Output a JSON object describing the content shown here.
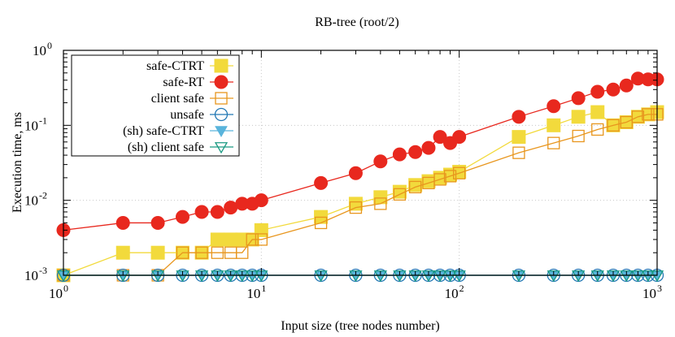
{
  "chart_data": {
    "type": "line",
    "title": "RB-tree (root/2)",
    "xlabel": "Input size (tree nodes number)",
    "ylabel": "Execution time, ms",
    "xscale": "log",
    "yscale": "log",
    "xlim": [
      1,
      1000
    ],
    "ylim": [
      0.001,
      1
    ],
    "x_ticks": [
      {
        "value": 1,
        "base": "10",
        "exp": "0"
      },
      {
        "value": 10,
        "base": "10",
        "exp": "1"
      },
      {
        "value": 100,
        "base": "10",
        "exp": "2"
      },
      {
        "value": 1000,
        "base": "10",
        "exp": "3"
      }
    ],
    "y_ticks": [
      {
        "value": 0.001,
        "base": "10",
        "exp": "-3"
      },
      {
        "value": 0.01,
        "base": "10",
        "exp": "-2"
      },
      {
        "value": 0.1,
        "base": "10",
        "exp": "-1"
      },
      {
        "value": 1,
        "base": "10",
        "exp": "0"
      }
    ],
    "grid": true,
    "legend_position": "top-left",
    "x": [
      1,
      2,
      3,
      4,
      5,
      6,
      7,
      8,
      9,
      10,
      20,
      30,
      40,
      50,
      60,
      70,
      80,
      90,
      100,
      200,
      300,
      400,
      500,
      600,
      700,
      800,
      900,
      1000
    ],
    "series": [
      {
        "name": "safe-CTRT",
        "color": "#f2da3c",
        "marker": "square-filled",
        "values": [
          0.001,
          0.002,
          0.002,
          0.002,
          0.002,
          0.003,
          0.003,
          0.003,
          0.003,
          0.004,
          0.006,
          0.009,
          0.011,
          0.013,
          0.016,
          0.018,
          0.02,
          0.022,
          0.024,
          0.07,
          0.1,
          0.13,
          0.15,
          0.1,
          0.11,
          0.13,
          0.14,
          0.15
        ]
      },
      {
        "name": "safe-RT",
        "color": "#e8281e",
        "marker": "circle-filled",
        "values": [
          0.004,
          0.005,
          0.005,
          0.006,
          0.007,
          0.007,
          0.008,
          0.009,
          0.009,
          0.01,
          0.017,
          0.023,
          0.033,
          0.041,
          0.044,
          0.05,
          0.07,
          0.058,
          0.07,
          0.13,
          0.18,
          0.23,
          0.28,
          0.3,
          0.34,
          0.42,
          0.41,
          0.41
        ]
      },
      {
        "name": "client safe",
        "color": "#e8961e",
        "marker": "square-open",
        "values": [
          0.001,
          0.001,
          0.001,
          0.002,
          0.002,
          0.002,
          0.002,
          0.002,
          0.003,
          0.003,
          0.005,
          0.008,
          0.009,
          0.012,
          0.015,
          0.017,
          0.019,
          0.021,
          0.023,
          0.043,
          0.058,
          0.072,
          0.088,
          0.1,
          0.11,
          0.13,
          0.14,
          0.14
        ]
      },
      {
        "name": "unsafe",
        "color": "#2278b4",
        "marker": "circle-open",
        "values": [
          0.001,
          0.001,
          0.001,
          0.001,
          0.001,
          0.001,
          0.001,
          0.001,
          0.001,
          0.001,
          0.001,
          0.001,
          0.001,
          0.001,
          0.001,
          0.001,
          0.001,
          0.001,
          0.001,
          0.001,
          0.001,
          0.001,
          0.001,
          0.001,
          0.001,
          0.001,
          0.001,
          0.001
        ]
      },
      {
        "name": "(sh) safe-CTRT",
        "color": "#59b4dc",
        "marker": "triangle-down-filled",
        "values": [
          0.001,
          0.001,
          0.001,
          0.001,
          0.001,
          0.001,
          0.001,
          0.001,
          0.001,
          0.001,
          0.001,
          0.001,
          0.001,
          0.001,
          0.001,
          0.001,
          0.001,
          0.001,
          0.001,
          0.001,
          0.001,
          0.001,
          0.001,
          0.001,
          0.001,
          0.001,
          0.001,
          0.001
        ]
      },
      {
        "name": "(sh) client safe",
        "color": "#1a9a82",
        "marker": "triangle-down-open",
        "values": [
          0.001,
          0.001,
          0.001,
          0.001,
          0.001,
          0.001,
          0.001,
          0.001,
          0.001,
          0.001,
          0.001,
          0.001,
          0.001,
          0.001,
          0.001,
          0.001,
          0.001,
          0.001,
          0.001,
          0.001,
          0.001,
          0.001,
          0.001,
          0.001,
          0.001,
          0.001,
          0.001,
          0.001
        ]
      }
    ]
  }
}
